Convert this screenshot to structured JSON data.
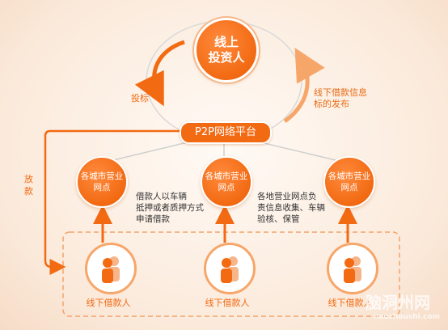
{
  "investor": {
    "line1": "线上",
    "line2": "投资人"
  },
  "platform": {
    "label": "P2P网络平台"
  },
  "flows": {
    "invest": "投标",
    "publish_line1": "线下借款信息",
    "publish_line2": "标的发布",
    "disburse": "放\n款"
  },
  "branches": [
    {
      "line1": "各城市营业",
      "line2": "网点"
    },
    {
      "line1": "各城市营业",
      "line2": "网点"
    },
    {
      "line1": "各城市营业",
      "line2": "网点"
    }
  ],
  "notes": {
    "collateral": [
      "借款人以车辆",
      "抵押或者质押方式",
      "申请借款"
    ],
    "verification": [
      "各地营业网点负",
      "责信息收集、车辆",
      "验核、保管"
    ]
  },
  "borrowers": [
    "线下借款人",
    "线下借款人",
    "线下借款人"
  ],
  "watermark": {
    "title": "脑洞州网",
    "sub": "naozhoushi.com"
  },
  "colors": {
    "accent": "#f26a12",
    "light_accent": "#f7a66a",
    "background": "#fdf4ec"
  },
  "icons": [
    "person-pair-icon"
  ]
}
